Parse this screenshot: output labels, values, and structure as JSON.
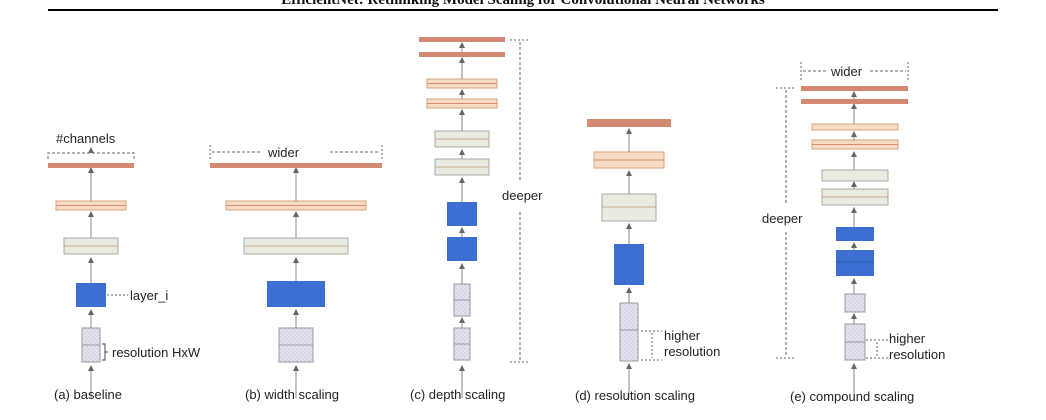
{
  "paper_title": "EfficientNet: Rethinking Model Scaling for Convolutional Neural Networks",
  "colors": {
    "conv_blue": "#3c6fd1",
    "bar_dark": "#d48a72",
    "bar_light": "#f6dcc4",
    "box_gray_green": "#e8ebe0",
    "input_gray": "#dcdcea"
  },
  "panels": {
    "a": {
      "caption": "(a) baseline",
      "channels_label": "#channels",
      "layer_label": "layer_i",
      "resolution_label": "resolution HxW"
    },
    "b": {
      "caption": "(b) width scaling",
      "wider_label": "wider"
    },
    "c": {
      "caption": "(c) depth scaling",
      "deeper_label": "deeper"
    },
    "d": {
      "caption": "(d) resolution scaling",
      "higher_label": "higher",
      "resolution_label": "resolution"
    },
    "e": {
      "caption": "(e) compound scaling",
      "wider_label": "wider",
      "deeper_label": "deeper",
      "higher_label": "higher",
      "resolution_label": "resolution"
    }
  }
}
